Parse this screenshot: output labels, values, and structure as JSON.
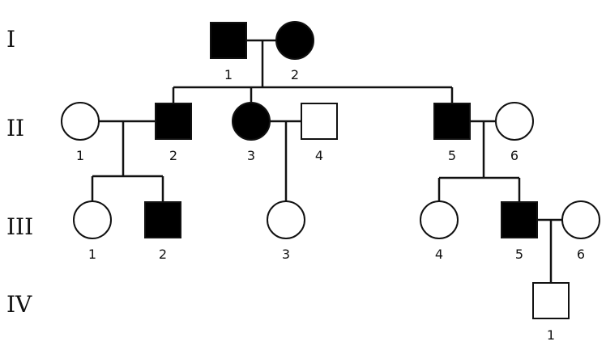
{
  "generations": [
    "I",
    "II",
    "III",
    "IV"
  ],
  "individuals": [
    {
      "id": "I-1",
      "gen": "I",
      "label": "1",
      "sex": "male",
      "affected": true
    },
    {
      "id": "I-2",
      "gen": "I",
      "label": "2",
      "sex": "female",
      "affected": true
    },
    {
      "id": "II-1",
      "gen": "II",
      "label": "1",
      "sex": "female",
      "affected": false
    },
    {
      "id": "II-2",
      "gen": "II",
      "label": "2",
      "sex": "male",
      "affected": true
    },
    {
      "id": "II-3",
      "gen": "II",
      "label": "3",
      "sex": "female",
      "affected": true
    },
    {
      "id": "II-4",
      "gen": "II",
      "label": "4",
      "sex": "male",
      "affected": false
    },
    {
      "id": "II-5",
      "gen": "II",
      "label": "5",
      "sex": "male",
      "affected": true
    },
    {
      "id": "II-6",
      "gen": "II",
      "label": "6",
      "sex": "female",
      "affected": false
    },
    {
      "id": "III-1",
      "gen": "III",
      "label": "1",
      "sex": "female",
      "affected": false
    },
    {
      "id": "III-2",
      "gen": "III",
      "label": "2",
      "sex": "male",
      "affected": true
    },
    {
      "id": "III-3",
      "gen": "III",
      "label": "3",
      "sex": "female",
      "affected": false
    },
    {
      "id": "III-4",
      "gen": "III",
      "label": "4",
      "sex": "female",
      "affected": false
    },
    {
      "id": "III-5",
      "gen": "III",
      "label": "5",
      "sex": "male",
      "affected": true
    },
    {
      "id": "III-6",
      "gen": "III",
      "label": "6",
      "sex": "female",
      "affected": false
    },
    {
      "id": "IV-1",
      "gen": "IV",
      "label": "1",
      "sex": "male",
      "affected": false
    }
  ],
  "couples": [
    {
      "partners": [
        "I-1",
        "I-2"
      ],
      "children": [
        "II-2",
        "II-3",
        "II-5"
      ]
    },
    {
      "partners": [
        "II-1",
        "II-2"
      ],
      "children": [
        "III-1",
        "III-2"
      ]
    },
    {
      "partners": [
        "II-3",
        "II-4"
      ],
      "children": [
        "III-3"
      ]
    },
    {
      "partners": [
        "II-5",
        "II-6"
      ],
      "children": [
        "III-4",
        "III-5"
      ]
    },
    {
      "partners": [
        "III-5",
        "III-6"
      ],
      "children": [
        "IV-1"
      ]
    }
  ],
  "colors": {
    "affected": "#000000",
    "unaffected": "#ffffff",
    "line": "#111111"
  }
}
